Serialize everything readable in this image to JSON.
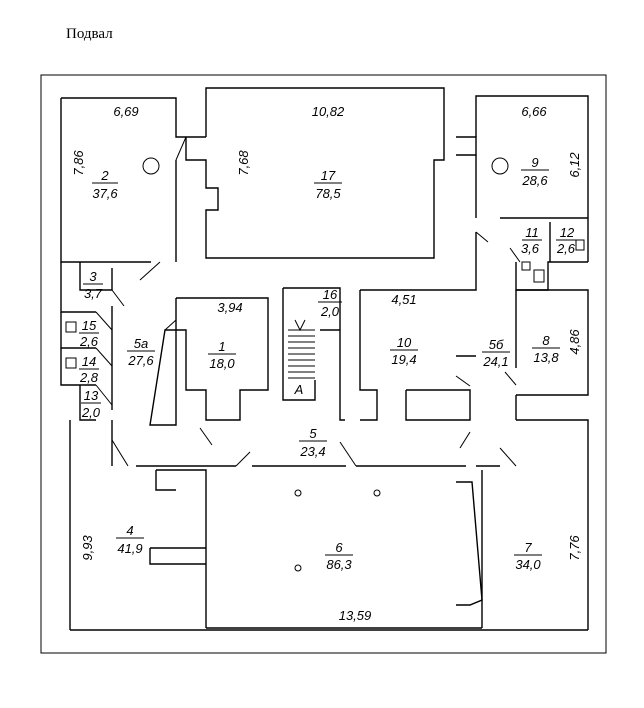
{
  "page": {
    "title": "Подвал"
  },
  "rooms": [
    {
      "id": "2",
      "number": "2",
      "area": "37,6"
    },
    {
      "id": "17",
      "number": "17",
      "area": "78,5"
    },
    {
      "id": "9",
      "number": "9",
      "area": "28,6"
    },
    {
      "id": "11",
      "number": "11",
      "area": "3,6"
    },
    {
      "id": "12",
      "number": "12",
      "area": "2,6"
    },
    {
      "id": "3",
      "number": "3",
      "area": "3,7"
    },
    {
      "id": "15",
      "number": "15",
      "area": "2,6"
    },
    {
      "id": "14",
      "number": "14",
      "area": "2,8"
    },
    {
      "id": "13",
      "number": "13",
      "area": "2,0"
    },
    {
      "id": "5a",
      "number": "5а",
      "area": "27,6"
    },
    {
      "id": "1",
      "number": "1",
      "area": "18,0"
    },
    {
      "id": "16",
      "number": "16",
      "area": "2,0"
    },
    {
      "id": "10",
      "number": "10",
      "area": "19,4"
    },
    {
      "id": "5b",
      "number": "5б",
      "area": "24,1"
    },
    {
      "id": "8",
      "number": "8",
      "area": "13,8"
    },
    {
      "id": "5",
      "number": "5",
      "area": "23,4"
    },
    {
      "id": "4",
      "number": "4",
      "area": "41,9"
    },
    {
      "id": "6",
      "number": "6",
      "area": "86,3"
    },
    {
      "id": "7",
      "number": "7",
      "area": "34,0"
    }
  ],
  "dimensions": {
    "d_669": "6,69",
    "d_1082": "10,82",
    "d_666": "6,66",
    "d_786": "7,86",
    "d_768": "7,68",
    "d_612": "6,12",
    "d_394": "3,94",
    "d_451": "4,51",
    "d_486": "4,86",
    "d_993": "9,93",
    "d_776": "7,76",
    "d_1359": "13,59"
  },
  "stair_label": "A"
}
